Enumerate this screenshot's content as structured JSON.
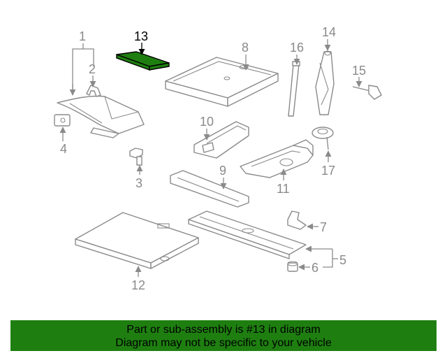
{
  "diagram": {
    "highlight_color": "#1e7f10",
    "highlighted_callout": "13",
    "callouts": {
      "c1": "1",
      "c2": "2",
      "c3": "3",
      "c4": "4",
      "c5": "5",
      "c6": "6",
      "c7": "7",
      "c8": "8",
      "c9": "9",
      "c10": "10",
      "c11": "11",
      "c12": "12",
      "c13": "13",
      "c14": "14",
      "c15": "15",
      "c16": "16",
      "c17": "17"
    }
  },
  "banner": {
    "background": "#1e7f10",
    "line1": "Part or sub-assembly is #13 in diagram",
    "line2": "Diagram may not be specific to your vehicle"
  }
}
